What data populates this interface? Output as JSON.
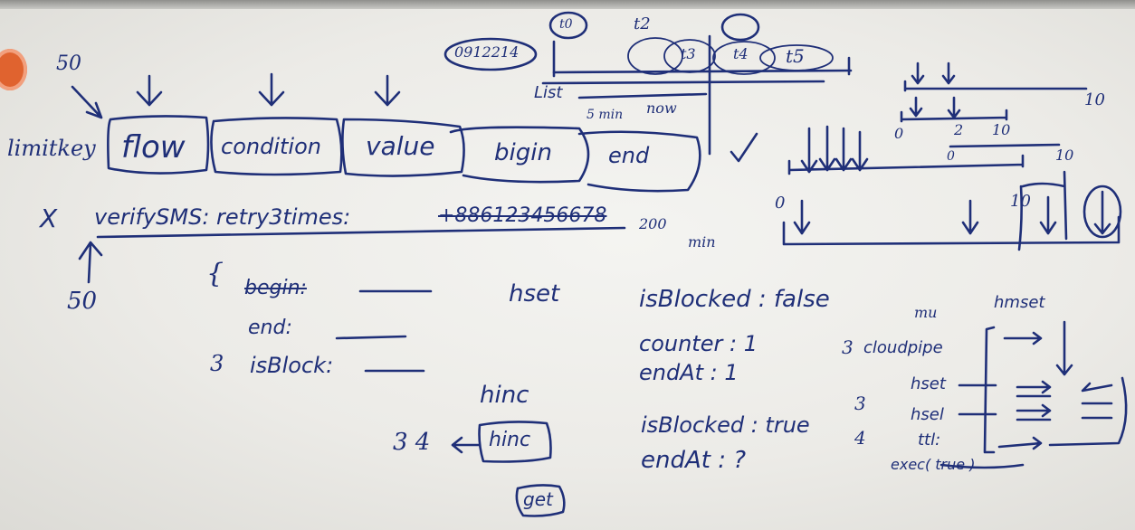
{
  "whiteboard": {
    "top_row": {
      "limit_count": "50",
      "key_label": "limitkey",
      "fields": [
        "flow",
        "condition",
        "value",
        "bigin",
        "end"
      ],
      "check_mark": "✓"
    },
    "verify_line": {
      "cross_mark": "X",
      "key_text": "verifySMS: retry3times:",
      "phone": "+886123456678",
      "ttl_value": "200",
      "ttl_unit": "min",
      "count_below": "50"
    },
    "hash_block": {
      "brace": "{",
      "begin": "begin:",
      "end": "end:",
      "block_number": "3",
      "is_block": "isBlock:",
      "hset": "hset",
      "hinc_top": "hinc",
      "hinc_numbers": "3 4",
      "hinc_box": "hinc",
      "get_box": "get"
    },
    "state_block": {
      "is_blocked_false": "isBlocked : false",
      "counter": "counter : 1",
      "end_at": "endAt : 1",
      "is_blocked_true": "isBlocked : true",
      "end_at_question": "endAt : ?"
    },
    "timeline": {
      "circle_value": "0912214",
      "list_label": "List",
      "t_labels": [
        "t0",
        "t2",
        "t3",
        "t4",
        "t5"
      ],
      "min_label": "5 min",
      "now_label": "now"
    },
    "pipe_block": {
      "mu": "mu",
      "hmset": "hmset",
      "pipe_number": "3",
      "pipe_label": "cloudpipe",
      "hset1": "hset",
      "hset2": "hsel",
      "ttl": "ttl:",
      "exec": "exec( true )",
      "step_numbers": [
        "3",
        "4"
      ]
    },
    "number_lines": {
      "ten_1": "10",
      "zero": "0",
      "two": "2",
      "ten_2": "10",
      "zero_2": "0",
      "ten_3": "10",
      "zero_3": "0",
      "ten_4": "10"
    }
  }
}
